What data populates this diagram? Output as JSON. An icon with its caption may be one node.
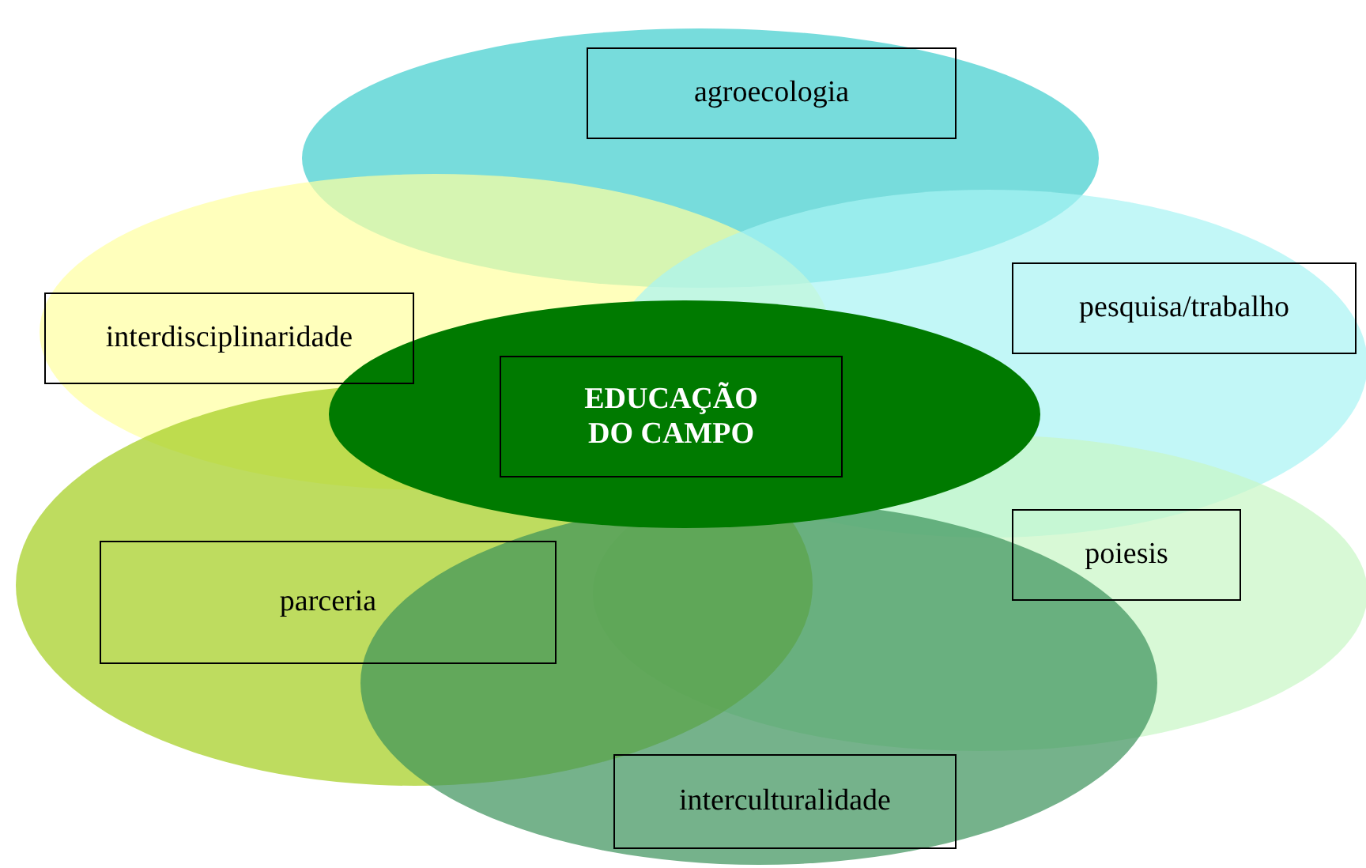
{
  "diagram": {
    "nodes": [
      {
        "text": [
          "agroecologia"
        ]
      },
      {
        "text": [
          "interdisciplinaridade"
        ]
      },
      {
        "text": [
          "pesquisa/trabalho"
        ]
      },
      {
        "text": [
          "poiesis"
        ]
      },
      {
        "text": [
          "parceria"
        ]
      },
      {
        "text": [
          "interculturalidade"
        ]
      },
      {
        "text": [
          "EDUCAÇÃO DO CAMPO"
        ]
      }
    ]
  }
}
